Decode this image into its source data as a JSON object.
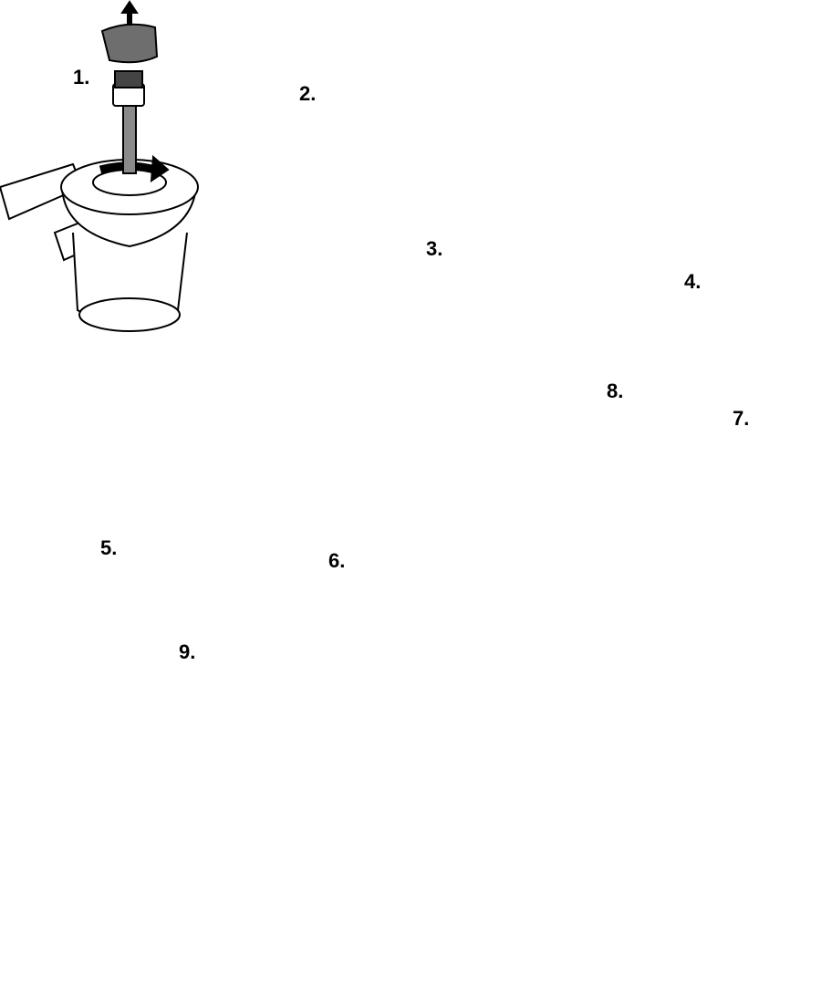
{
  "steps": {
    "s1": "1.",
    "s2": "2.",
    "s3": "3.",
    "s4": "4.",
    "s5": "5.",
    "s6": "6.",
    "s7": "7.",
    "s8": "8.",
    "s9": "9."
  },
  "icons": [
    "fragile-glass-icon",
    "corrosive-warning-icon"
  ],
  "colors": {
    "line": "#000000",
    "fill": "#ffffff",
    "shade": "#8a8a8a",
    "dark": "#555555"
  }
}
